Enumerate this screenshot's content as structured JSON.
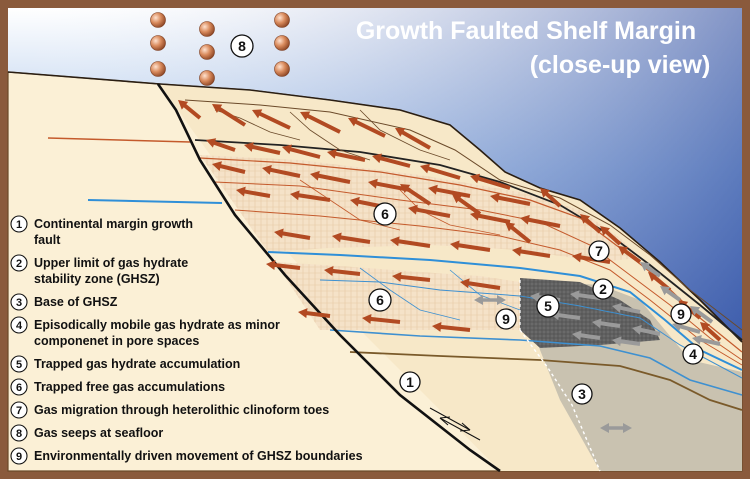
{
  "title": {
    "line1": "Growth Faulted Shelf Margin",
    "line2": "(close-up view)"
  },
  "legend": [
    {
      "num": "1",
      "lines": [
        "Continental margin growth",
        "fault"
      ]
    },
    {
      "num": "2",
      "lines": [
        "Upper limit of gas hydrate",
        "stability zone (GHSZ)"
      ]
    },
    {
      "num": "3",
      "lines": [
        "Base of GHSZ"
      ]
    },
    {
      "num": "4",
      "lines": [
        "Episodically mobile gas hydrate as minor",
        "componenet in pore spaces"
      ]
    },
    {
      "num": "5",
      "lines": [
        "Trapped gas hydrate accumulation"
      ]
    },
    {
      "num": "6",
      "lines": [
        "Trapped free gas accumulations"
      ]
    },
    {
      "num": "7",
      "lines": [
        "Gas migration through heterolithic clinoform toes"
      ]
    },
    {
      "num": "8",
      "lines": [
        "Gas seeps at seafloor"
      ]
    },
    {
      "num": "9",
      "lines": [
        "Environmentally driven movement of GHSZ boundaries"
      ]
    }
  ],
  "markers": {
    "m1": "1",
    "m2": "2",
    "m3": "3",
    "m4": "4",
    "m5": "5",
    "m6a": "6",
    "m6b": "6",
    "m7": "7",
    "m8": "8",
    "m9a": "9",
    "m9b": "9"
  },
  "colors": {
    "frame": "#8a5a3c",
    "water_top": "#ffffff",
    "water_bottom": "#2f4fa8",
    "sediment": "#fbf0d6",
    "gas_zone": "#f2dcc0",
    "hydrate_zone": "#5a5a5a",
    "below_ghsz": "#c9c2b0",
    "arrow": "#b24a22",
    "hydrate_arrow": "#9a9a9a",
    "ghsz_line": "#2f8fd8",
    "fault": "#111111"
  }
}
